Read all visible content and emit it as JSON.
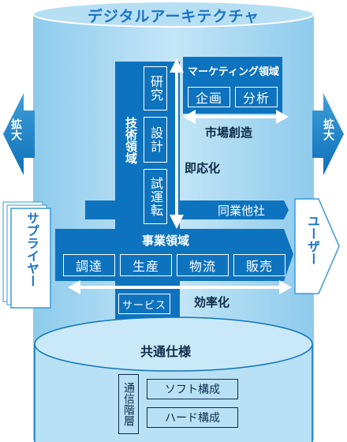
{
  "title": "デジタルアーキテクチャ",
  "left_arrow_label": "拡大",
  "right_arrow_label": "拡大",
  "supplier": "サプライヤー",
  "user": "ユーザー",
  "tech_domain": {
    "label": "技術領域",
    "steps": [
      "研究",
      "設計",
      "試運転"
    ]
  },
  "marketing": {
    "label": "マーケティング領域",
    "items": [
      "企画",
      "分析"
    ]
  },
  "market_creation": "市場創造",
  "agility": "即応化",
  "competitors": "同業他社",
  "business": {
    "label": "事業領域",
    "items": [
      "調達",
      "生産",
      "物流",
      "販売"
    ]
  },
  "service": "サービス",
  "efficiency": "効率化",
  "common_spec": {
    "label": "共通仕様",
    "layer_label": "通信階層",
    "items": [
      "ソフト構成",
      "ハード構成"
    ]
  },
  "colors": {
    "light_blue": "#9dd4ef",
    "mid_blue": "#5cb4e3",
    "dark_blue": "#0e73be",
    "title_blue": "#1a73c8",
    "text_dark": "#0d2b4a"
  }
}
